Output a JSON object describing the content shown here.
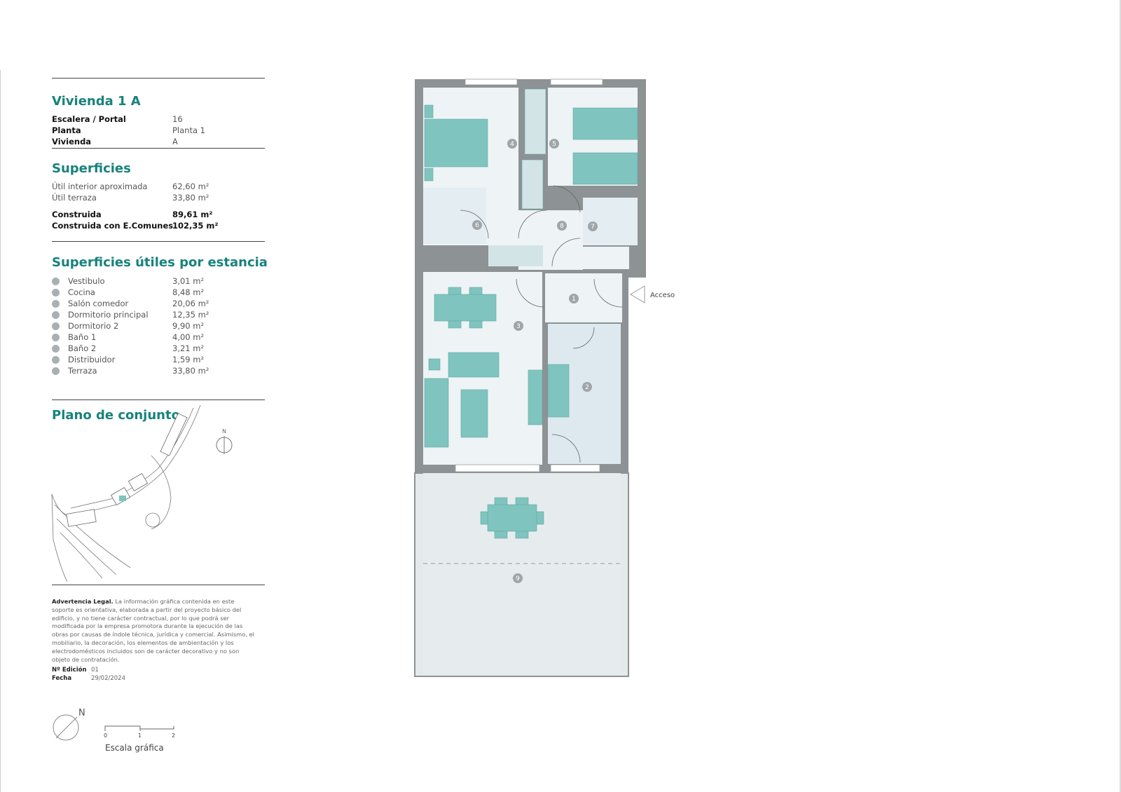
{
  "title": "Vivienda 1 A",
  "info": [
    {
      "k": "Escalera / Portal",
      "v": "16"
    },
    {
      "k": "Planta",
      "v": "Planta 1"
    },
    {
      "k": "Vivienda",
      "v": "A"
    }
  ],
  "superficies_title": "Superficies",
  "superficies": [
    {
      "k": "Útil interior aproximada",
      "v": "62,60 m²"
    },
    {
      "k": "Útil terraza",
      "v": "33,80 m²"
    },
    {
      "k": "Construida",
      "v": "89,61 m²"
    },
    {
      "k": "Construida con E.Comunes",
      "v": "102,35 m²"
    }
  ],
  "estancias_title": "Superficies útiles por estancia",
  "estancias": [
    {
      "n": "1",
      "k": "Vestibulo",
      "v": "3,01 m²"
    },
    {
      "n": "2",
      "k": "Cocina",
      "v": "8,48 m²"
    },
    {
      "n": "3",
      "k": "Salón comedor",
      "v": "20,06 m²"
    },
    {
      "n": "4",
      "k": "Dormitorio principal",
      "v": "12,35 m²"
    },
    {
      "n": "5",
      "k": "Dormitorio 2",
      "v": "9,90 m²"
    },
    {
      "n": "6",
      "k": "Baño 1",
      "v": "4,00 m²"
    },
    {
      "n": "7",
      "k": "Baño 2",
      "v": "3,21 m²"
    },
    {
      "n": "8",
      "k": "Distribuidor",
      "v": "1,59 m²"
    },
    {
      "n": "9",
      "k": "Terraza",
      "v": "33,80 m²"
    }
  ],
  "conjunto_title": "Plano de conjunto",
  "north_label": "N",
  "legal_title": "Advertencia Legal.",
  "legal_text": "La información gráfica contenida en este soporte es orientativa, elaborada a partir del proyecto básico del edificio, y no tiene carácter contractual, por lo que podrá ser modificada por la empresa promotora durante la ejecución de las obras por causas de índole técnica, jurídica y comercial. Asimismo, el mobiliario, la decoración, los elementos de ambientación y los electrodomésticos incluidos son de carácter decorativo y no son objeto de contratación.",
  "edicion": {
    "k": "Nº Edición",
    "v": "01"
  },
  "fecha": {
    "k": "Fecha",
    "v": "29/02/2024"
  },
  "scale": {
    "ticks": [
      "0",
      "1",
      "2"
    ],
    "label": "Escala gráfica"
  },
  "acceso_label": "Acceso",
  "colors": {
    "accent": "#17827c",
    "furniture": "#7fc4bf",
    "room": "#eef3f5",
    "wall": "#8d9294",
    "terrace": "#e4eaec"
  }
}
